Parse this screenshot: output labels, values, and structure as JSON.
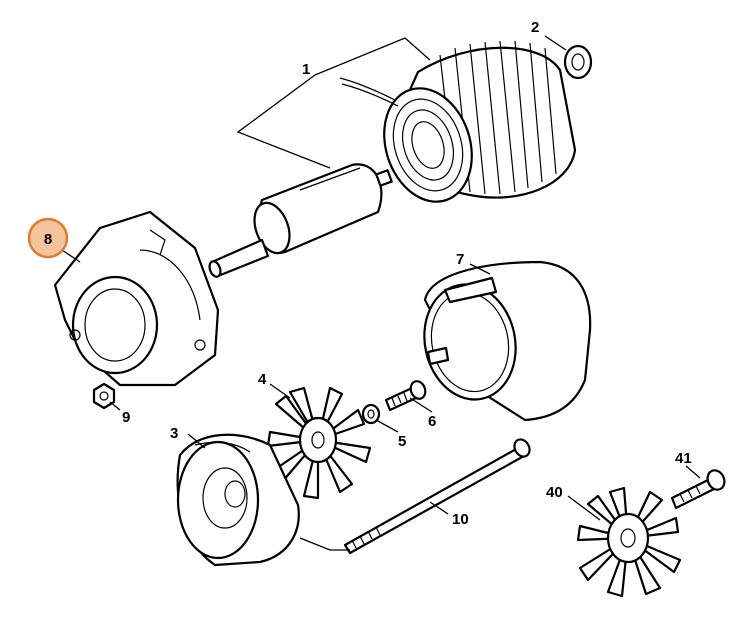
{
  "diagram": {
    "highlight_color": "#e07a2e",
    "highlight_fill": "#f5c49a",
    "callouts": {
      "c1": "1",
      "c2": "2",
      "c3": "3",
      "c4": "4",
      "c5": "5",
      "c6": "6",
      "c7": "7",
      "c8": "8",
      "c9": "9",
      "c10": "10",
      "c40": "40",
      "c41": "41"
    },
    "highlighted_part": "8"
  }
}
